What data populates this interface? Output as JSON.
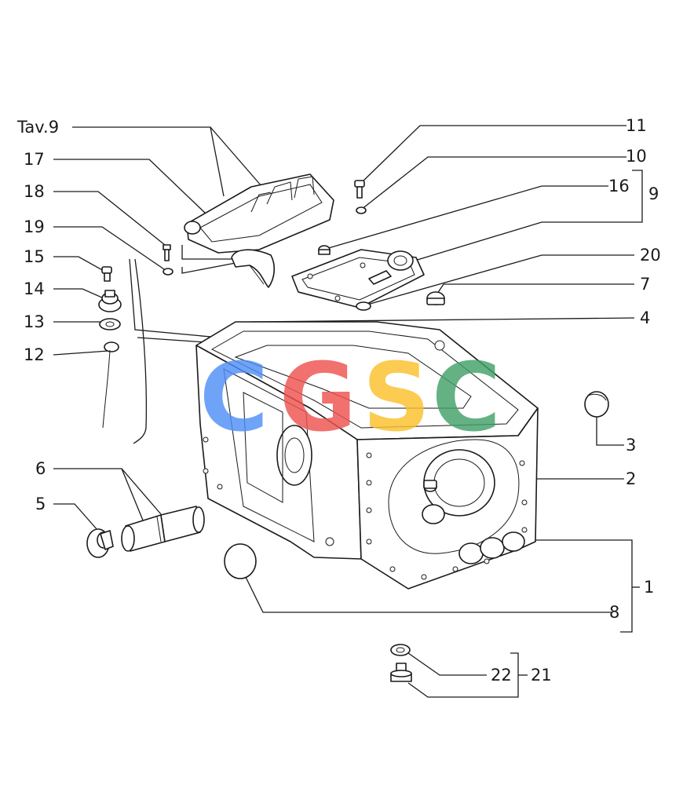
{
  "labels": {
    "tav9": "Tav.9",
    "l1": "1",
    "l2": "2",
    "l3": "3",
    "l4": "4",
    "l5": "5",
    "l6": "6",
    "l7": "7",
    "l8": "8",
    "l9": "9",
    "l10": "10",
    "l11": "11",
    "l12": "12",
    "l13": "13",
    "l14": "14",
    "l15": "15",
    "l16": "16",
    "l17": "17",
    "l18": "18",
    "l19": "19",
    "l20": "20",
    "l21": "21",
    "l22": "22"
  },
  "watermark": {
    "letters": [
      "C",
      "G",
      "S",
      "C"
    ],
    "colors": [
      "#4f8ff7",
      "#ef5350",
      "#fbc02d",
      "#43a06a"
    ]
  }
}
